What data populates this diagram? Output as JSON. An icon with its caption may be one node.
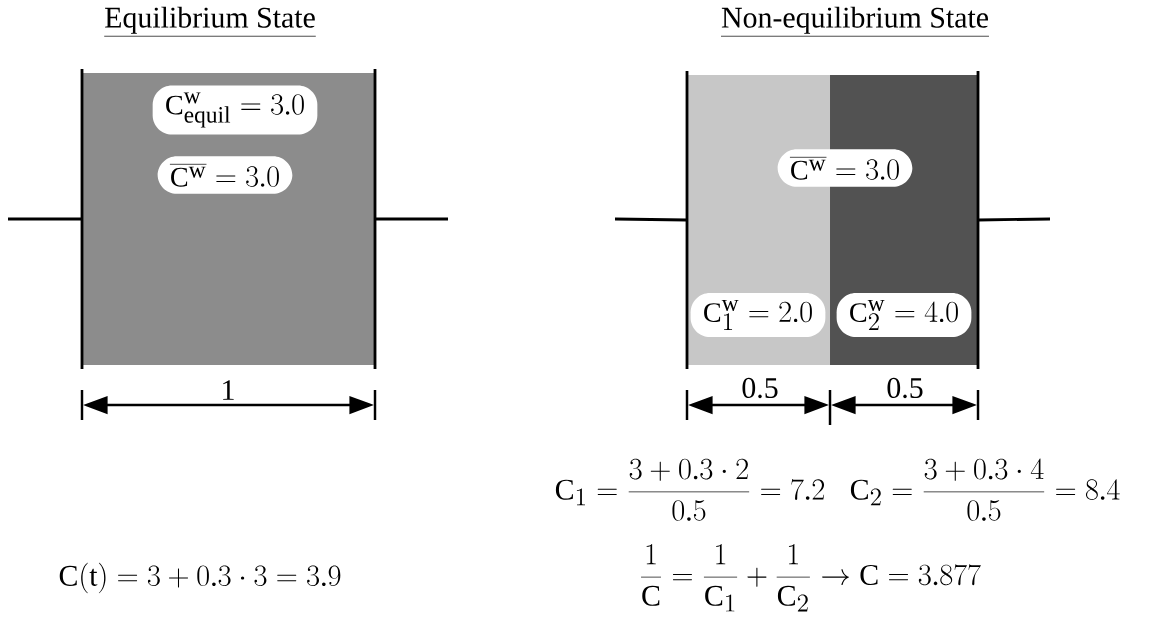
{
  "diagram": {
    "nodes": [
      {
        "text": [],
        "shape": "box"
      },
      {
        "text": [
          "C^{w}_{\\mathrm{equil}}=3.0"
        ],
        "in": 0
      },
      {
        "text": [
          "\\overline{C^{w}}=3.0"
        ],
        "in": 0
      },
      {
        "text": [],
        "shape": "box"
      },
      {
        "text": [],
        "shape": "box"
      },
      {
        "text": [
          "\\overline{C^{w}}=3.0"
        ]
      },
      {
        "text": [
          "C^{w}_{1}=2.0"
        ],
        "in": 3
      },
      {
        "text": [
          "C^{w}_{2}=4.0"
        ],
        "in": 4
      }
    ],
    "edges": [
      {
        "from": null,
        "to": 0,
        "arrow": "none"
      },
      {
        "from": 0,
        "to": null,
        "arrow": "none"
      },
      {
        "from": null,
        "to": 3,
        "arrow": "none"
      },
      {
        "from": 4,
        "to": null,
        "arrow": "none"
      }
    ],
    "labels": [
      "Equilibrium State",
      "Non-equilibrium State",
      "1",
      "0.5",
      "0.5",
      "C_1 = \\frac{3 + 0.3\\cdot 2}{0.5} = 7.2",
      "C_2 = \\frac{3 + 0.3\\cdot 4}{0.5} = 8.4",
      "C(t) = 3 + 0.3\\cdot 3 = 3.9",
      "\\frac{1}{C} = \\frac{1}{C_1} + \\frac{1}{C_2} \\rightarrow C = 3.877"
    ]
  }
}
